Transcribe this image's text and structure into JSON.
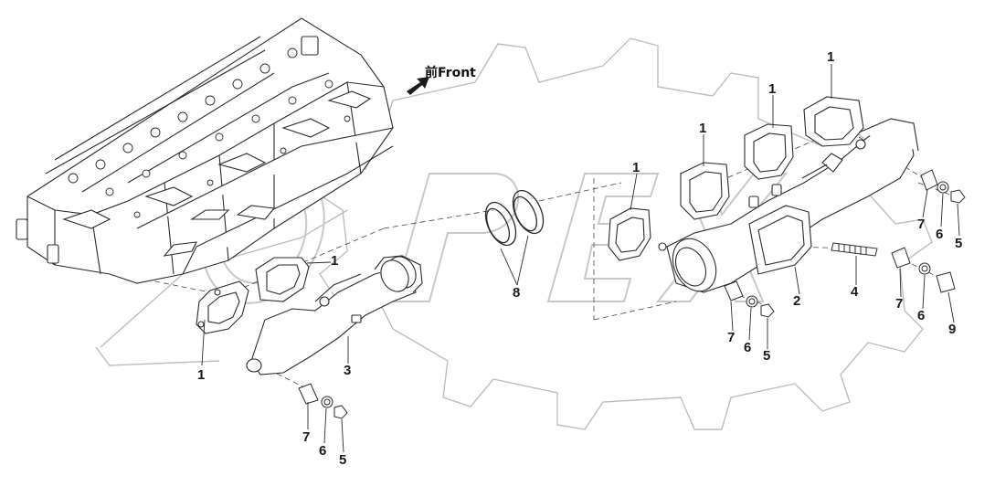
{
  "diagram": {
    "front_label": "前Front",
    "watermark": "OPEX",
    "callouts": [
      {
        "id": "c1a",
        "text": "1"
      },
      {
        "id": "c1b",
        "text": "1"
      },
      {
        "id": "c1c",
        "text": "1"
      },
      {
        "id": "c1d",
        "text": "1"
      },
      {
        "id": "c1e",
        "text": "1"
      },
      {
        "id": "c1f",
        "text": "1"
      },
      {
        "id": "c2",
        "text": "2"
      },
      {
        "id": "c3",
        "text": "3"
      },
      {
        "id": "c4",
        "text": "4"
      },
      {
        "id": "c5a",
        "text": "5"
      },
      {
        "id": "c5b",
        "text": "5"
      },
      {
        "id": "c5c",
        "text": "5"
      },
      {
        "id": "c6a",
        "text": "6"
      },
      {
        "id": "c6b",
        "text": "6"
      },
      {
        "id": "c6c",
        "text": "6"
      },
      {
        "id": "c6d",
        "text": "6"
      },
      {
        "id": "c7a",
        "text": "7"
      },
      {
        "id": "c7b",
        "text": "7"
      },
      {
        "id": "c7c",
        "text": "7"
      },
      {
        "id": "c7d",
        "text": "7"
      },
      {
        "id": "c8",
        "text": "8"
      },
      {
        "id": "c9",
        "text": "9"
      }
    ],
    "colors": {
      "line": "#2a2a2a",
      "watermark": "#d9d9d9",
      "shade": "#e6e6e6"
    }
  }
}
